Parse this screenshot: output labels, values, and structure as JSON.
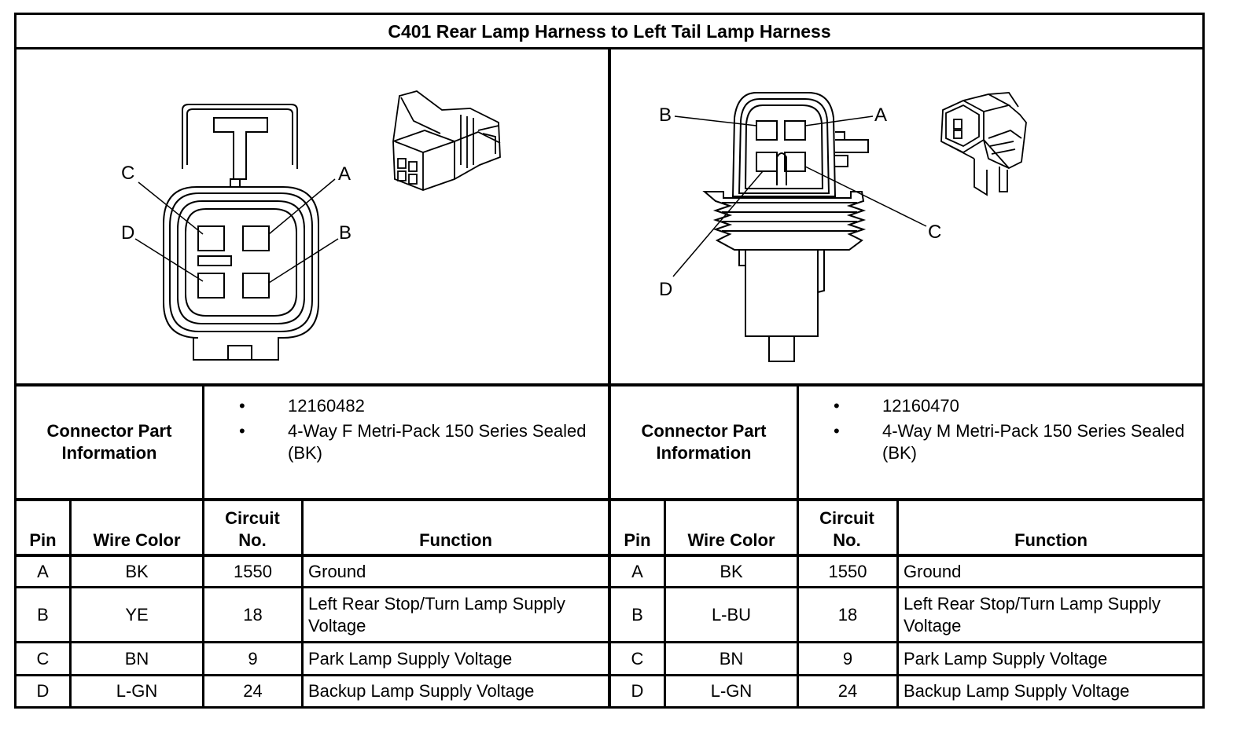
{
  "title": "C401 Rear Lamp Harness to Left Tail Lamp Harness",
  "left_connector": {
    "info_label": "Connector Part Information",
    "info_items": [
      "12160482",
      "4-Way F Metri-Pack 150 Series Sealed (BK)"
    ],
    "pin_labels": [
      "A",
      "B",
      "C",
      "D"
    ],
    "headers": {
      "pin": "Pin",
      "wire_color": "Wire Color",
      "circuit": "Circuit No.",
      "function": "Function"
    },
    "rows": [
      {
        "pin": "A",
        "wire_color": "BK",
        "circuit": "1550",
        "function": "Ground"
      },
      {
        "pin": "B",
        "wire_color": "YE",
        "circuit": "18",
        "function": "Left Rear Stop/Turn Lamp Supply Voltage"
      },
      {
        "pin": "C",
        "wire_color": "BN",
        "circuit": "9",
        "function": "Park Lamp Supply Voltage"
      },
      {
        "pin": "D",
        "wire_color": "L-GN",
        "circuit": "24",
        "function": "Backup Lamp Supply Voltage"
      }
    ]
  },
  "right_connector": {
    "info_label": "Connector Part Information",
    "info_items": [
      "12160470",
      "4-Way M Metri-Pack 150 Series Sealed (BK)"
    ],
    "pin_labels": [
      "A",
      "B",
      "C",
      "D"
    ],
    "headers": {
      "pin": "Pin",
      "wire_color": "Wire Color",
      "circuit": "Circuit No.",
      "function": "Function"
    },
    "rows": [
      {
        "pin": "A",
        "wire_color": "BK",
        "circuit": "1550",
        "function": "Ground"
      },
      {
        "pin": "B",
        "wire_color": "L-BU",
        "circuit": "18",
        "function": "Left Rear Stop/Turn Lamp Supply Voltage"
      },
      {
        "pin": "C",
        "wire_color": "BN",
        "circuit": "9",
        "function": "Park Lamp Supply Voltage"
      },
      {
        "pin": "D",
        "wire_color": "L-GN",
        "circuit": "24",
        "function": "Backup Lamp Supply Voltage"
      }
    ]
  }
}
